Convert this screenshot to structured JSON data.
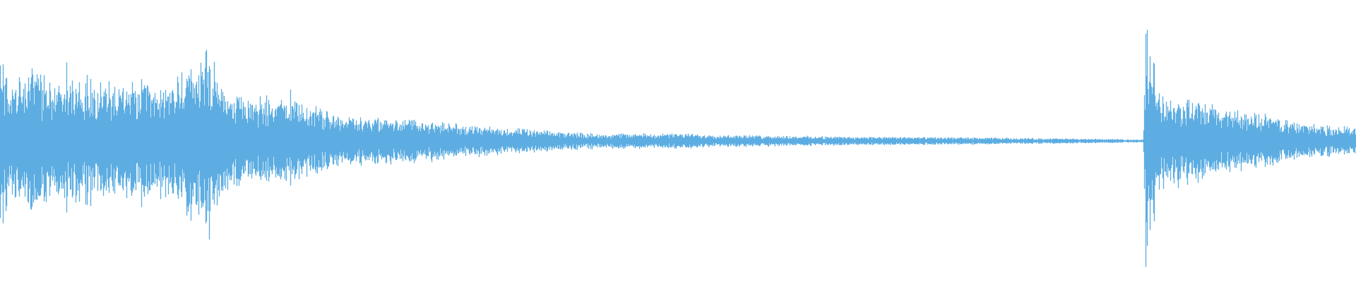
{
  "waveform": {
    "color": "#5DADE2",
    "background": "#FFFFFF",
    "amplitude_profile": [
      {
        "t": 0.0,
        "a": 0.55
      },
      {
        "t": 0.008,
        "a": 0.36
      },
      {
        "t": 0.024,
        "a": 0.47
      },
      {
        "t": 0.049,
        "a": 0.4
      },
      {
        "t": 0.065,
        "a": 0.44
      },
      {
        "t": 0.08,
        "a": 0.36
      },
      {
        "t": 0.104,
        "a": 0.39
      },
      {
        "t": 0.118,
        "a": 0.33
      },
      {
        "t": 0.153,
        "a": 0.59
      },
      {
        "t": 0.17,
        "a": 0.3
      },
      {
        "t": 0.203,
        "a": 0.29
      },
      {
        "t": 0.213,
        "a": 0.27
      },
      {
        "t": 0.255,
        "a": 0.17
      },
      {
        "t": 0.3,
        "a": 0.15
      },
      {
        "t": 0.34,
        "a": 0.11
      },
      {
        "t": 0.398,
        "a": 0.07
      },
      {
        "t": 0.44,
        "a": 0.05
      },
      {
        "t": 0.505,
        "a": 0.05
      },
      {
        "t": 0.54,
        "a": 0.04
      },
      {
        "t": 0.62,
        "a": 0.03
      },
      {
        "t": 0.7,
        "a": 0.025
      },
      {
        "t": 0.78,
        "a": 0.018
      },
      {
        "t": 0.83,
        "a": 0.012
      },
      {
        "t": 0.843,
        "a": 0.01
      },
      {
        "t": 0.845,
        "a": 0.8
      },
      {
        "t": 0.855,
        "a": 0.33
      },
      {
        "t": 0.87,
        "a": 0.29
      },
      {
        "t": 0.902,
        "a": 0.22
      },
      {
        "t": 0.935,
        "a": 0.17
      },
      {
        "t": 0.96,
        "a": 0.12
      },
      {
        "t": 1.0,
        "a": 0.09
      }
    ],
    "spikes": [
      {
        "t": 0.002,
        "a": 0.61
      },
      {
        "t": 0.023,
        "a": 0.5
      },
      {
        "t": 0.049,
        "a": 0.5
      },
      {
        "t": 0.064,
        "a": 0.48
      },
      {
        "t": 0.08,
        "a": 0.41
      },
      {
        "t": 0.104,
        "a": 0.41
      },
      {
        "t": 0.118,
        "a": 0.36
      },
      {
        "t": 0.154,
        "a": 0.62
      },
      {
        "t": 0.214,
        "a": 0.33
      },
      {
        "t": 0.845,
        "a": 0.82
      }
    ]
  }
}
